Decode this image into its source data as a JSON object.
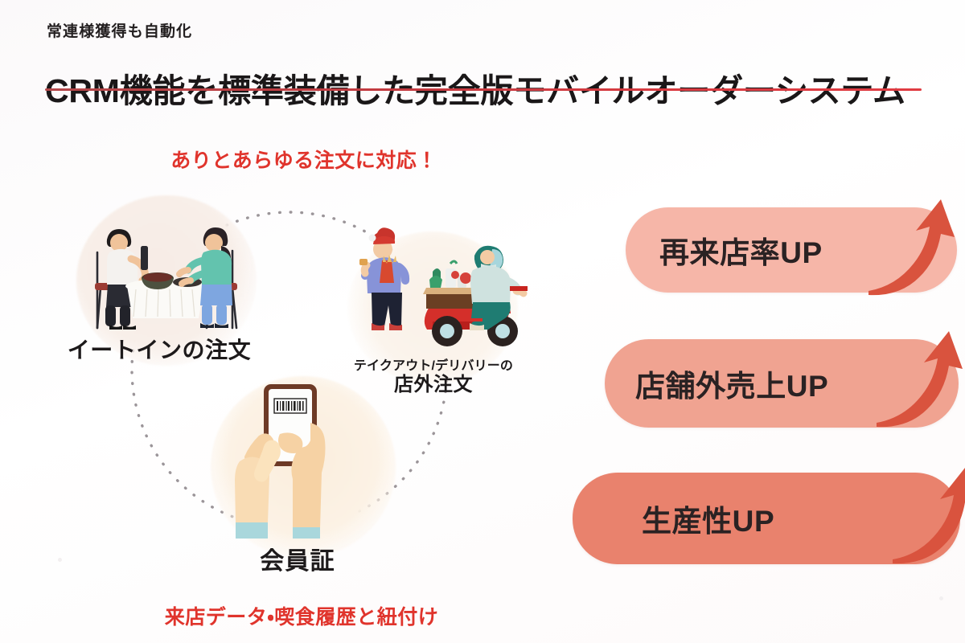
{
  "header": {
    "kicker": "常連様獲得も自動化",
    "title": "CRM機能を標準装備した完全版モバイルオーダーシステム"
  },
  "diagram": {
    "top_caption": "ありとあらゆる注文に対応！",
    "bottom_caption": "来店データ・喫食履歴と紐付け",
    "nodes": [
      {
        "id": "eat-in",
        "label": "イートインの注文",
        "illustration": "two-diners-at-table-illustration"
      },
      {
        "id": "takeout-delivery",
        "label_sub": "テイクアウト/デリバリーの",
        "label_main": "店外注文",
        "illustration": "takeout-customer-and-delivery-scooter-illustration"
      },
      {
        "id": "membership-card",
        "label": "会員証",
        "illustration": "hand-holding-phone-barcode-illustration"
      }
    ],
    "connector": "dotted-circle-path"
  },
  "benefits": [
    {
      "label": "再来店率UP",
      "fill": "#f6b6a8",
      "arrow": "up-trend-arrow-icon"
    },
    {
      "label": "店舗外売上UP",
      "fill": "#f0a391",
      "arrow": "up-trend-arrow-icon"
    },
    {
      "label": "生産性UP",
      "fill": "#e9826d",
      "arrow": "up-trend-arrow-icon"
    }
  ],
  "colors": {
    "accent_red": "#e0342c",
    "rule": "#cf3b41",
    "text_dark": "#1a1718",
    "background": "#ffffff"
  }
}
